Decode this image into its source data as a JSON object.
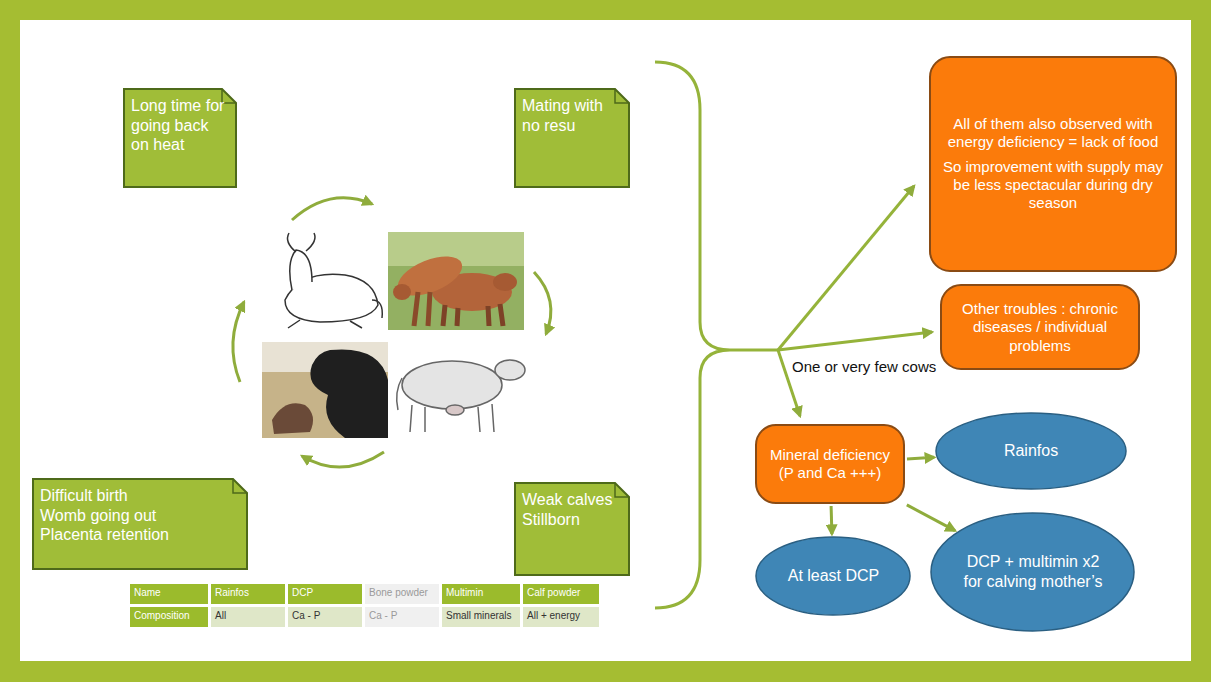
{
  "diagram": {
    "nodes": [
      {
        "text": [
          "Long time for going back on heat"
        ]
      },
      {
        "text": [
          "Mating with no resu"
        ]
      },
      {
        "text": [
          "Difficult birth",
          "Womb going out",
          "Placenta retention"
        ]
      },
      {
        "text": [
          "Weak calves",
          "Stillborn"
        ]
      },
      {
        "text": [
          "All of them also observed with energy deficiency = lack of food",
          "So improvement with supply may be less spectacular during dry season"
        ]
      },
      {
        "text": [
          "Other troubles : chronic diseases / individual problems"
        ]
      },
      {
        "text": [
          "Mineral deficiency (P and Ca +++)"
        ]
      },
      {
        "text": [
          "Rainfos"
        ]
      },
      {
        "text": [
          "At least DCP"
        ]
      },
      {
        "text": [
          "DCP + multimin x2 for calving mother’s"
        ]
      }
    ],
    "edges": [
      {
        "from": 6,
        "to": 7,
        "arrow": "to"
      },
      {
        "from": 6,
        "to": 8,
        "arrow": "to"
      },
      {
        "from": 6,
        "to": 9,
        "arrow": "to"
      }
    ],
    "labels": [
      "One or very few cows",
      "Name",
      "Rainfos",
      "DCP",
      "Bone powder",
      "Multimin",
      "Calf powder",
      "Composition",
      "All",
      "Ca - P",
      "Ca - P",
      "Small minerals",
      "All + energy"
    ]
  }
}
